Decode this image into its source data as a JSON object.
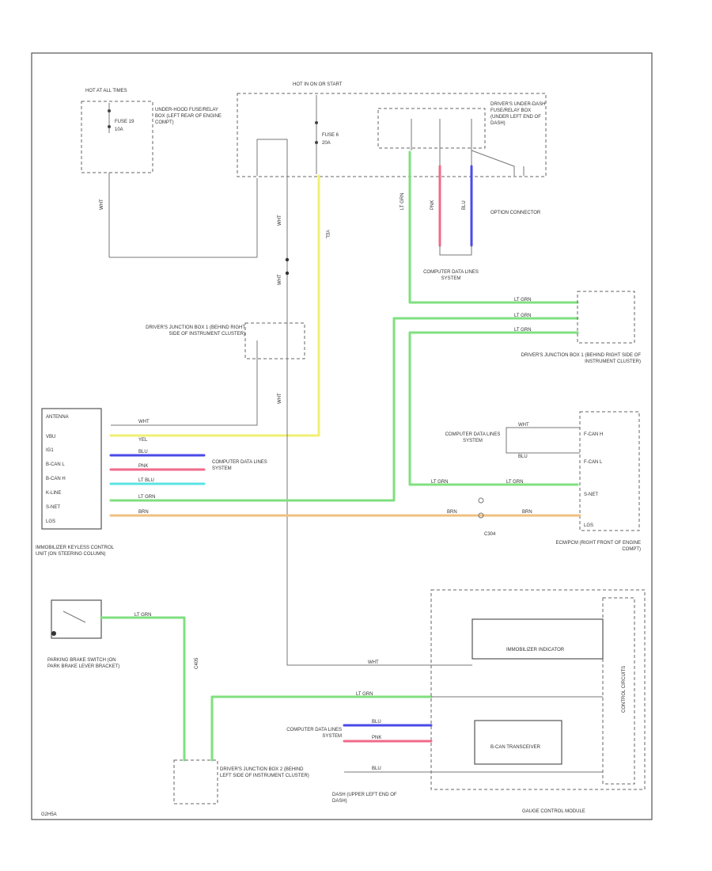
{
  "colors": {
    "wht": "#9a9a9a",
    "yel": "#f2ef72",
    "ltgrn": "#7fe07f",
    "blu": "#4a4ae8",
    "pnk": "#f06a8a",
    "ltblu": "#5ae3e3",
    "brn": "#f0c080"
  },
  "header": {
    "hot_at_all_times": "HOT AT ALL TIMES",
    "hot_in_on_or_start": "HOT IN ON OR START"
  },
  "fuses": {
    "fuse_19": "FUSE 19",
    "fuse_19_rating": "10A",
    "fuse_6": "FUSE 6",
    "fuse_6_rating": "20A"
  },
  "boxes": {
    "under_hood_box": "UNDER-HOOD FUSE/RELAY BOX (LEFT REAR OF ENGINE COMPT)",
    "drivers_under_dash_box": "DRIVER'S UNDER-DASH FUSE/RELAY BOX (UNDER LEFT END OF DASH)",
    "option_connector": "OPTION CONNECTOR",
    "drivers_junction_box_1": "DRIVER'S JUNCTION BOX 1 (BEHIND RIGHT SIDE OF INSTRUMENT CLUSTER)",
    "drivers_junction_box_1_right": "DRIVER'S JUNCTION BOX 1 (BEHIND RIGHT SIDE OF INSTRUMENT CLUSTER)",
    "drivers_junction_box_2": "DRIVER'S JUNCTION BOX 2 (BEHIND LEFT SIDE OF INSTRUMENT CLUSTER)",
    "immobilizer_unit": "IMMOBILIZER KEYLESS CONTROL UNIT (ON STEERING COLUMN)",
    "eos_ecm_pcm": "ECM/PCM (RIGHT FRONT OF ENGINE COMPT)",
    "parking_brake_switch": "PARKING BRAKE SWITCH (ON PARK BRAKE LEVER BRACKET)",
    "gauge_control_module": "GAUGE CONTROL MODULE",
    "control_circuits": "CONTROL CIRCUITS",
    "immobilizer_indicator": "IMMOBILIZER INDICATOR",
    "b_can_transceiver": "B-CAN TRANSCEIVER",
    "dash_location": "DASH (UPPER LEFT END OF DASH)",
    "computer_data_lines": "COMPUTER DATA LINES SYSTEM",
    "antenna": "ANTENNA"
  },
  "pins": {
    "ig1": "IG1",
    "b_can_l": "B-CAN L",
    "b_can_h": "B-CAN H",
    "k_line": "K-LINE",
    "s_net": "S-NET",
    "lgs": "LGS",
    "vbu": "VBU",
    "f_can_h": "F-CAN H",
    "f_can_l": "F-CAN L",
    "s_net_ecm": "S-NET",
    "lgs_ecm": "LGS",
    "c304": "C304",
    "c405": "C405"
  },
  "wires": {
    "wht": "WHT",
    "yel": "YEL",
    "blu": "BLU",
    "pnk": "PNK",
    "lt_blu": "LT BLU",
    "lt_grn": "LT GRN",
    "brn": "BRN"
  },
  "footer_code": "G2H5A"
}
